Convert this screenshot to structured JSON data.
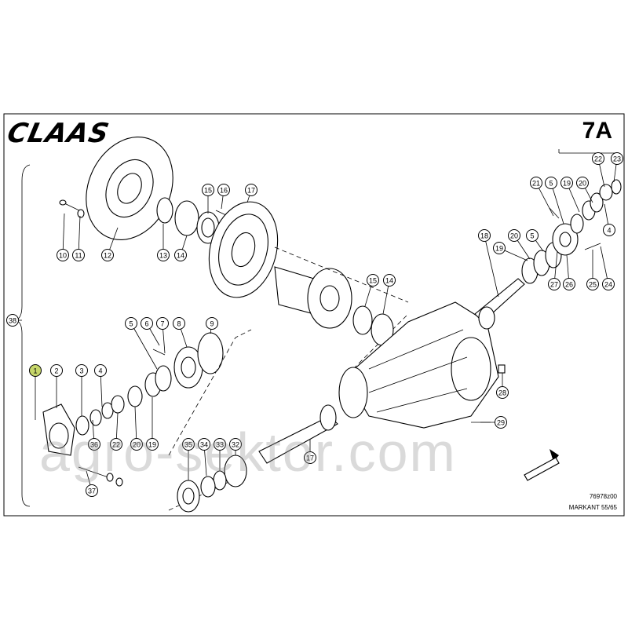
{
  "brand": "CLAAS",
  "plate_number": "7A",
  "drawing_number": "76978z00",
  "model": "MARKANT 55/65",
  "watermark": "agro-sektor.com",
  "callouts": [
    {
      "label": "10"
    },
    {
      "label": "11"
    },
    {
      "label": "12"
    },
    {
      "label": "13"
    },
    {
      "label": "14"
    },
    {
      "label": "15"
    },
    {
      "label": "16"
    },
    {
      "label": "17"
    },
    {
      "label": "15"
    },
    {
      "label": "14"
    },
    {
      "label": "21"
    },
    {
      "label": "5"
    },
    {
      "label": "19"
    },
    {
      "label": "20"
    },
    {
      "label": "22"
    },
    {
      "label": "23"
    },
    {
      "label": "4"
    },
    {
      "label": "18"
    },
    {
      "label": "20"
    },
    {
      "label": "5"
    },
    {
      "label": "19"
    },
    {
      "label": "27"
    },
    {
      "label": "26"
    },
    {
      "label": "25"
    },
    {
      "label": "24"
    },
    {
      "label": "5"
    },
    {
      "label": "6"
    },
    {
      "label": "7"
    },
    {
      "label": "8"
    },
    {
      "label": "9"
    },
    {
      "label": "1"
    },
    {
      "label": "2"
    },
    {
      "label": "3"
    },
    {
      "label": "4"
    },
    {
      "label": "36"
    },
    {
      "label": "22"
    },
    {
      "label": "20"
    },
    {
      "label": "19"
    },
    {
      "label": "37"
    },
    {
      "label": "35"
    },
    {
      "label": "34"
    },
    {
      "label": "33"
    },
    {
      "label": "32"
    },
    {
      "label": "17"
    },
    {
      "label": "28"
    },
    {
      "label": "29"
    },
    {
      "label": "38"
    }
  ],
  "colors": {
    "highlight": "#c6d66a",
    "line": "#000000",
    "background": "#ffffff"
  }
}
